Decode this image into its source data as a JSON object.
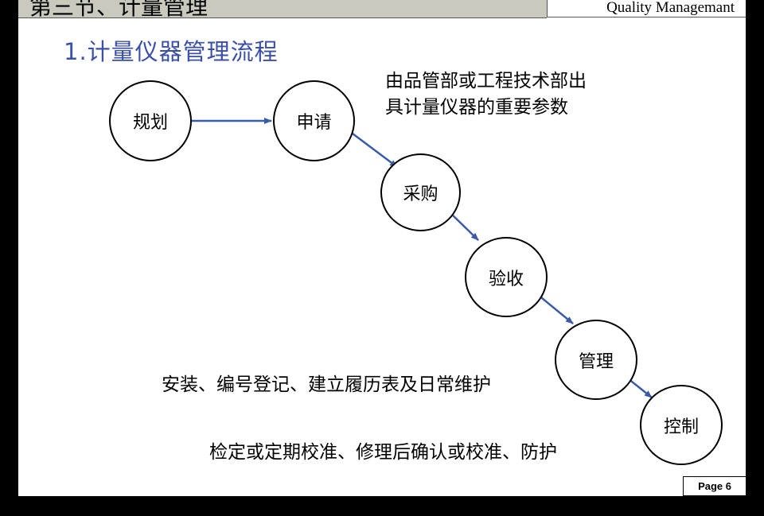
{
  "header": {
    "chapter_title": "第三节、计量管理",
    "course_title": "Quality Managemant"
  },
  "section_title": "1.计量仪器管理流程",
  "flow": {
    "steps": [
      "规划",
      "申请",
      "采购",
      "验收",
      "管理",
      "控制"
    ],
    "arrow_color": "#3a5ba8"
  },
  "notes": {
    "apply_note": "由品管部或工程技术部出\n具计量仪器的重要参数",
    "manage_note": "安装、编号登记、建立履历表及日常维护",
    "control_note": "检定或定期校准、修理后确认或校准、防护"
  },
  "footer": {
    "page_label": "Page 6"
  }
}
